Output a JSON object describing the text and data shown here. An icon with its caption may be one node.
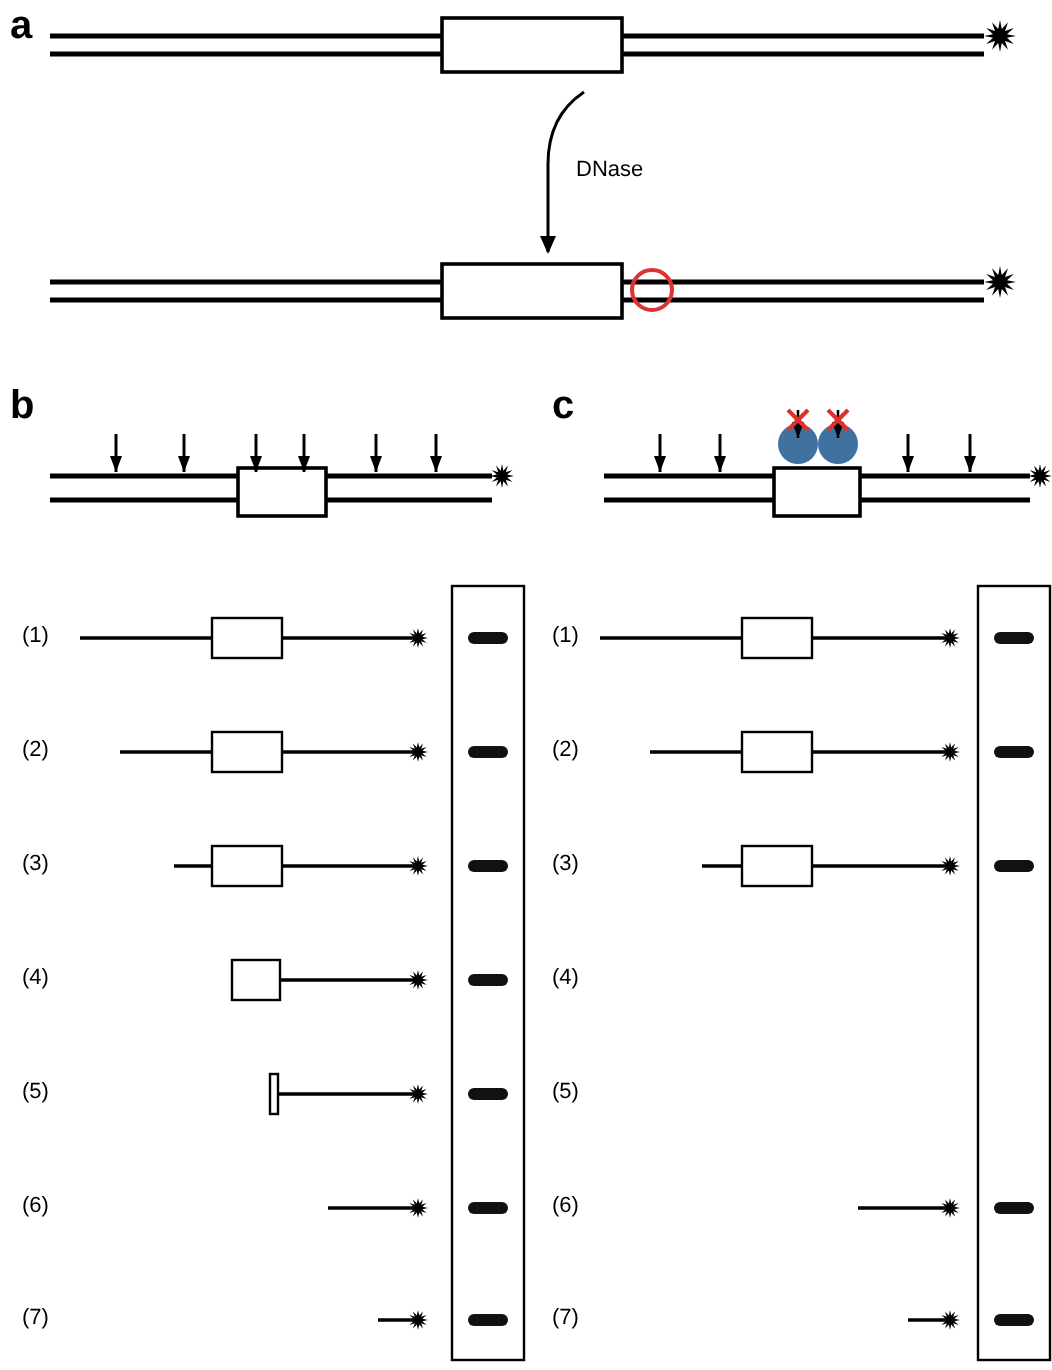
{
  "diagram": {
    "nodes": [
      {
        "text": [],
        "shape": "picture"
      },
      {
        "text": [],
        "shape": "picture"
      }
    ],
    "edges": [
      {
        "from": 0,
        "to": 1,
        "arrow": "to",
        "label": "DNase"
      }
    ],
    "labels": [
      "a",
      "b",
      "c",
      "(1)",
      "(1)",
      "(2)",
      "(2)",
      "(3)",
      "(3)",
      "(4)",
      "(4)",
      "(5)",
      "(5)",
      "(6)",
      "(6)",
      "(7)",
      "(7)"
    ]
  }
}
